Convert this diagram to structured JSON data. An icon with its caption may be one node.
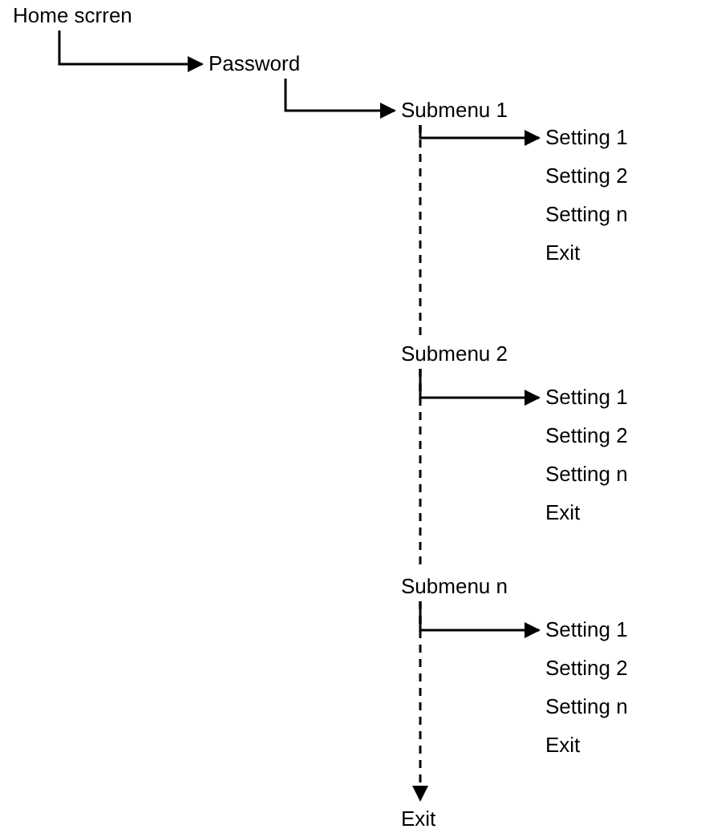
{
  "diagram": {
    "nodes": [
      {
        "text": [
          "Home scrren"
        ]
      },
      {
        "text": [
          "Password"
        ]
      },
      {
        "text": [
          "Submenu 1"
        ]
      },
      {
        "text": [
          "Setting 1"
        ]
      },
      {
        "text": [
          "Submenu 2"
        ]
      },
      {
        "text": [
          "Setting 1"
        ]
      },
      {
        "text": [
          "Submenu n"
        ]
      },
      {
        "text": [
          "Setting 1"
        ]
      },
      {
        "text": [
          "Exit"
        ]
      }
    ],
    "edges": [
      {
        "from": 0,
        "to": 1,
        "arrow": "to"
      },
      {
        "from": 1,
        "to": 2,
        "arrow": "to"
      },
      {
        "from": 2,
        "to": 3,
        "arrow": "to"
      },
      {
        "from": 2,
        "to": 4,
        "arrow": "none",
        "style": "dashed"
      },
      {
        "from": 4,
        "to": 5,
        "arrow": "to"
      },
      {
        "from": 4,
        "to": 6,
        "arrow": "none",
        "style": "dashed"
      },
      {
        "from": 6,
        "to": 7,
        "arrow": "to"
      },
      {
        "from": 6,
        "to": 8,
        "arrow": "to",
        "style": "dashed"
      }
    ],
    "labels": [
      "Setting 2",
      "Setting n",
      "Exit",
      "Setting 2",
      "Setting n",
      "Exit",
      "Setting 2",
      "Setting n",
      "Exit"
    ]
  }
}
